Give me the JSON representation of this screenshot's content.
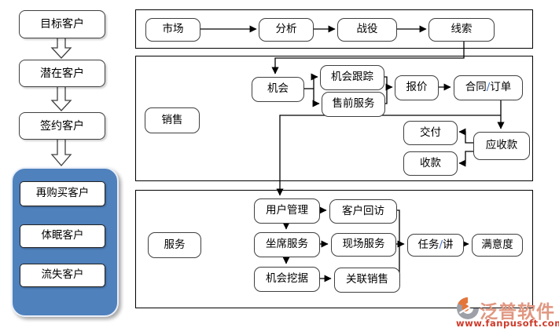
{
  "colors": {
    "container_blue": "#4f81bd",
    "slash_blue": "#4472c4",
    "logo_text": "#e09781",
    "logo_orange": "#e4763a",
    "logo_grey": "#9ea0a8",
    "logo_url_red": "#cf3a2a",
    "box_border": "#3f3f3f",
    "line": "#000000"
  },
  "funnel": {
    "stage1": "目标客户",
    "stage2": "潜在客户",
    "stage3": "签约客户",
    "group1": "再购买客户",
    "group2": "体眠客户",
    "group3": "流失客户"
  },
  "market": {
    "n1": "市场",
    "n2": "分析",
    "n3": "战役",
    "n4": "线索"
  },
  "sales": {
    "label": "销售",
    "opportunity": "机会",
    "tracking": "机会跟踪",
    "presale": "售前服务",
    "quote": "报价",
    "contract": {
      "pre": "合同",
      "slash": "/",
      "post": "订单"
    },
    "delivery": "交付",
    "receivable": "应收款",
    "collection": "收款"
  },
  "service": {
    "label": "服务",
    "user_mgmt": "用户管理",
    "return_visit": "客户回访",
    "agent": "坐席服务",
    "onsite": "现场服务",
    "task": {
      "pre": "任务",
      "slash": "/",
      "post": "讲"
    },
    "satisfaction": "满意度",
    "mining": "机会挖据",
    "cross_sell": "关联销售"
  },
  "logo": {
    "name": "泛普软件",
    "url": "www.fanpusoft.com"
  }
}
